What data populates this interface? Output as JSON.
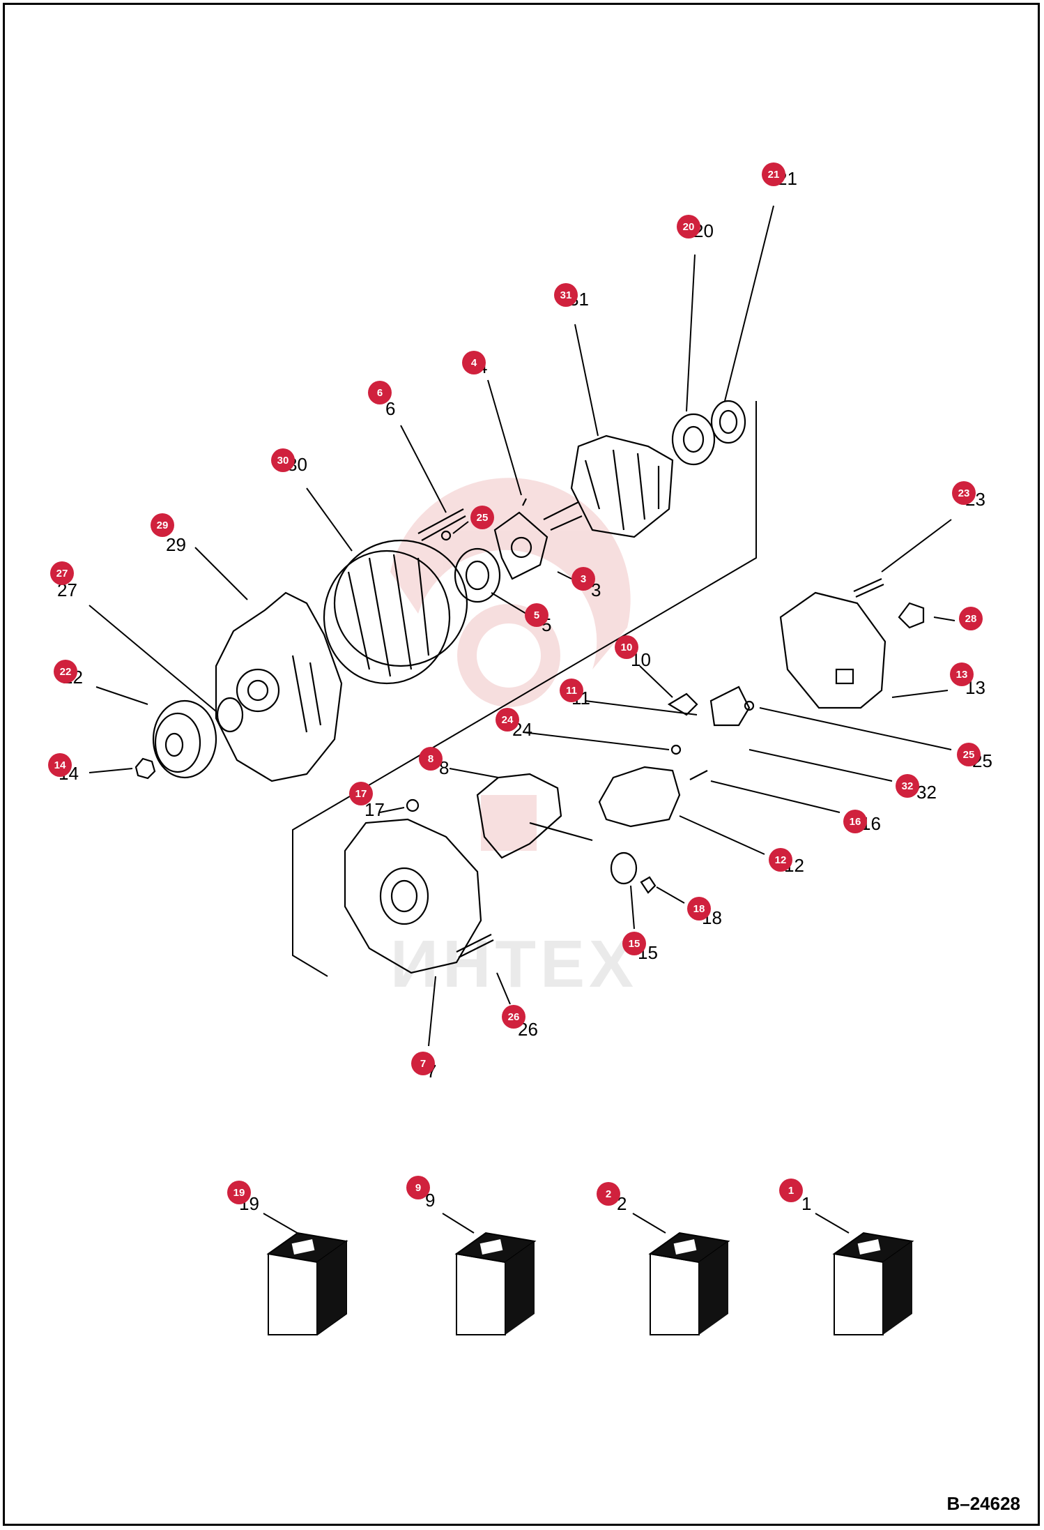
{
  "drawing": {
    "number": "B–24628",
    "watermark": "ИНТЕХ"
  },
  "colors": {
    "callout": "#d0213d",
    "line": "#000000",
    "watermark": "#f0c4c4"
  },
  "callouts": [
    {
      "id": "21",
      "label": "21"
    },
    {
      "id": "20",
      "label": "20"
    },
    {
      "id": "31",
      "label": "31"
    },
    {
      "id": "4",
      "label": "4"
    },
    {
      "id": "6",
      "label": "6"
    },
    {
      "id": "30",
      "label": "30"
    },
    {
      "id": "25a",
      "label": "25"
    },
    {
      "id": "29",
      "label": "29"
    },
    {
      "id": "27",
      "label": "27"
    },
    {
      "id": "3",
      "label": "3"
    },
    {
      "id": "5",
      "label": "5"
    },
    {
      "id": "23",
      "label": "23"
    },
    {
      "id": "28",
      "label": "28"
    },
    {
      "id": "10",
      "label": "10"
    },
    {
      "id": "22",
      "label": "22"
    },
    {
      "id": "13",
      "label": "13"
    },
    {
      "id": "11",
      "label": "11"
    },
    {
      "id": "24",
      "label": "24"
    },
    {
      "id": "25b",
      "label": "25"
    },
    {
      "id": "14",
      "label": "14"
    },
    {
      "id": "8",
      "label": "8"
    },
    {
      "id": "32",
      "label": "32"
    },
    {
      "id": "17",
      "label": "17"
    },
    {
      "id": "16",
      "label": "16"
    },
    {
      "id": "12",
      "label": "12"
    },
    {
      "id": "18",
      "label": "18"
    },
    {
      "id": "15",
      "label": "15"
    },
    {
      "id": "26",
      "label": "26"
    },
    {
      "id": "7",
      "label": "7"
    },
    {
      "id": "19",
      "label": "19"
    },
    {
      "id": "9",
      "label": "9"
    },
    {
      "id": "2",
      "label": "2"
    },
    {
      "id": "1",
      "label": "1"
    }
  ]
}
